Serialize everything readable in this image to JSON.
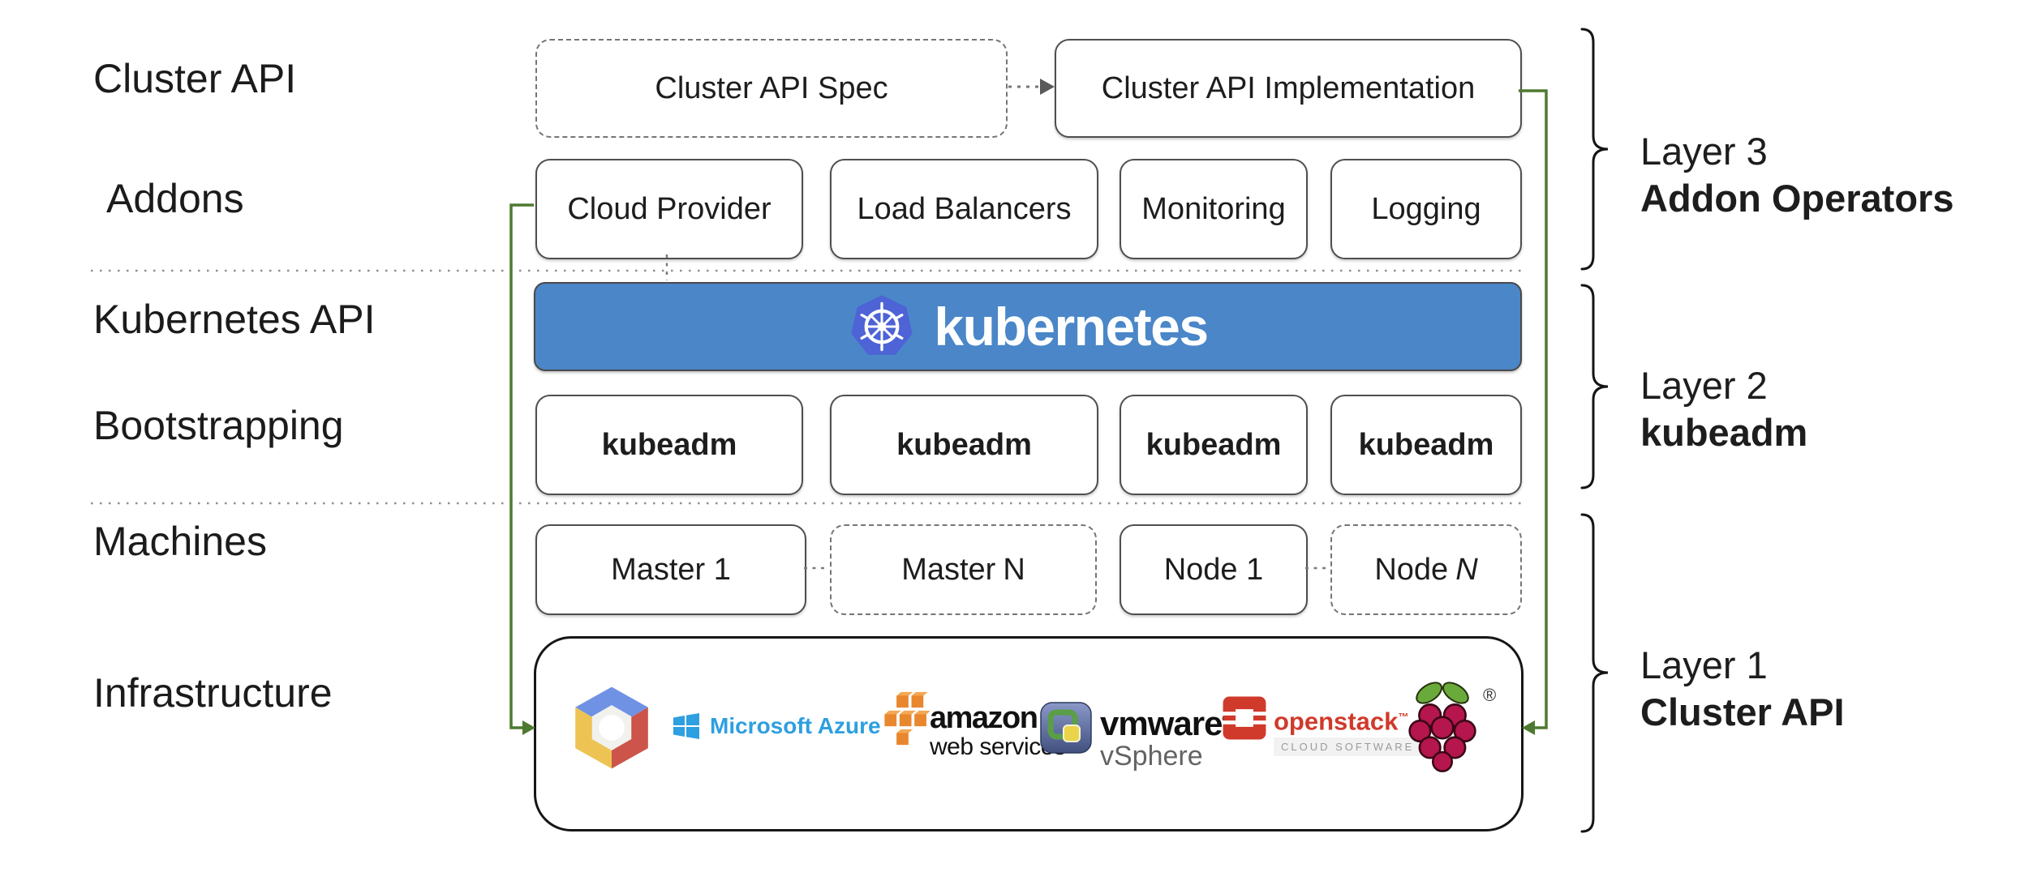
{
  "left_labels": {
    "cluster_api": "Cluster API",
    "addons": "Addons",
    "kubernetes_api": "Kubernetes API",
    "bootstrapping": "Bootstrapping",
    "machines": "Machines",
    "infrastructure": "Infrastructure"
  },
  "cluster_api_row": {
    "spec_label": "Cluster API Spec",
    "implementation_label": "Cluster API Implementation"
  },
  "addons_row": {
    "items": [
      {
        "label": "Cloud Provider"
      },
      {
        "label": "Load Balancers"
      },
      {
        "label": "Monitoring"
      },
      {
        "label": "Logging"
      }
    ]
  },
  "kubernetes_banner": {
    "wordmark": "kubernetes"
  },
  "bootstrapping_row": {
    "items": [
      {
        "label": "kubeadm"
      },
      {
        "label": "kubeadm"
      },
      {
        "label": "kubeadm"
      },
      {
        "label": "kubeadm"
      }
    ]
  },
  "machines_row": {
    "items": [
      {
        "label": "Master 1"
      },
      {
        "label_prefix": "Master",
        "label_suffix": "N"
      },
      {
        "label": "Node 1"
      },
      {
        "label_prefix": "Node",
        "label_suffix": "N"
      }
    ]
  },
  "infrastructure_row": {
    "providers": [
      {
        "name": "google-cloud-platform"
      },
      {
        "name": "microsoft-azure",
        "label": "Microsoft Azure"
      },
      {
        "name": "amazon-web-services",
        "label_line1": "amazon",
        "label_line2": "web services"
      },
      {
        "name": "vmware-vsphere",
        "label_line1": "vmware",
        "label_line2": "vSphere",
        "reg_mark": "®"
      },
      {
        "name": "openstack",
        "label_line1": "openstack",
        "label_line2": "CLOUD SOFTWARE",
        "tm_mark": "™"
      },
      {
        "name": "raspberry-pi",
        "reg_mark": "®"
      }
    ]
  },
  "layer_brackets": [
    {
      "line1": "Layer 3",
      "line2": "Addon Operators"
    },
    {
      "line1": "Layer 2",
      "line2": "kubeadm"
    },
    {
      "line1": "Layer 1",
      "line2": "Cluster API"
    }
  ],
  "colors": {
    "connector_green": "#4e7a2f",
    "banner_blue": "#4a86c8",
    "k8s_logo_blue": "#4d63d6",
    "azure_blue": "#2e9fe0",
    "aws_orange": "#e8872e",
    "openstack_red": "#d03a2b",
    "vmware_green": "#5a9e48",
    "raspberry_red": "#b5164d",
    "leaf_green": "#6aaa3a"
  }
}
